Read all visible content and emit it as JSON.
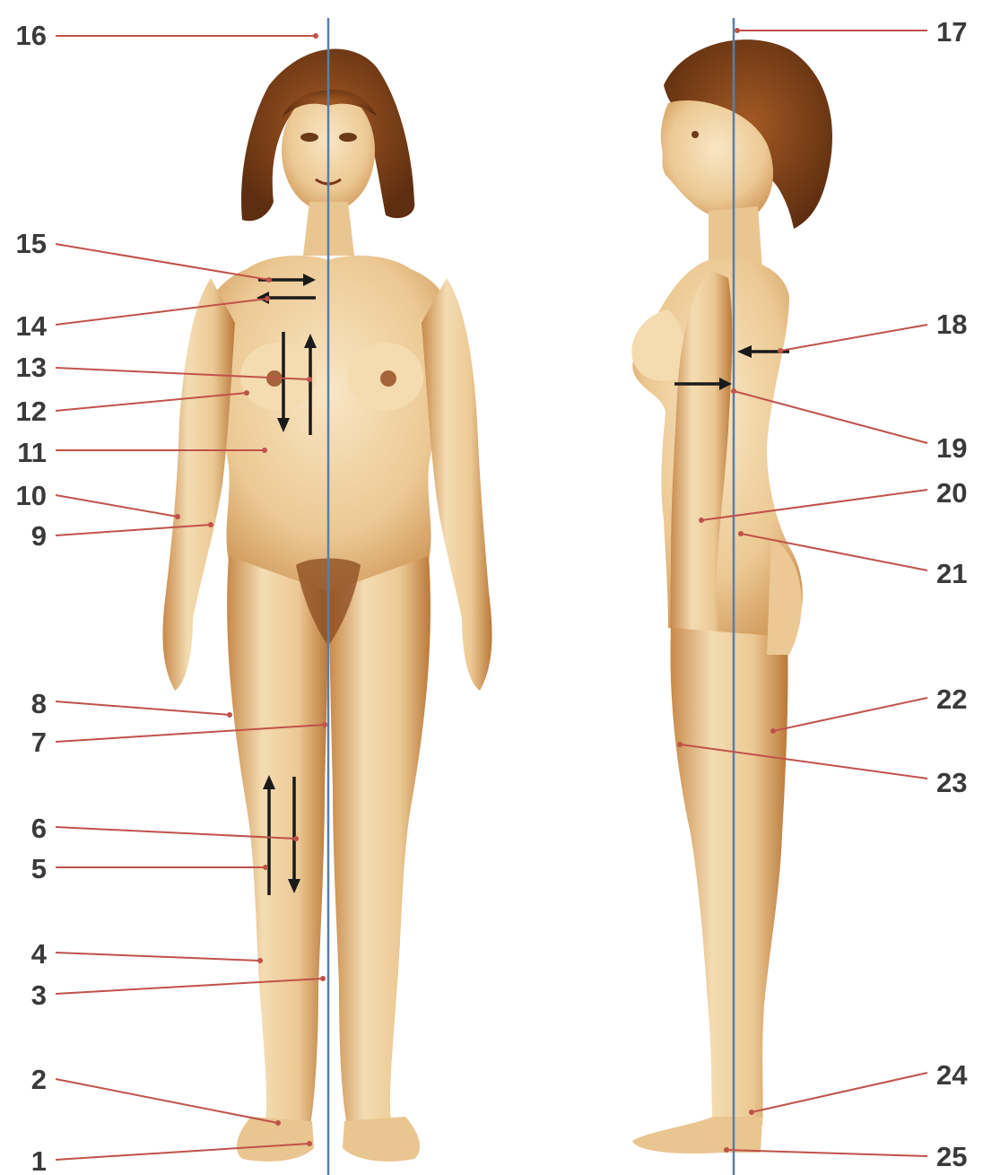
{
  "colors": {
    "skin": "#e8c48a",
    "skin_light": "#f6e2bd",
    "skin_shade": "#b57a3c",
    "hair": "#8a4a1e",
    "hair_dark": "#5a2c10",
    "leader_line": "#c0524a",
    "axis_line": "#5b7ea6",
    "arrow": "#1a1a1a",
    "label_text": "#3a3a3a"
  },
  "figures": {
    "front": {
      "name": "front-view-figure"
    },
    "side": {
      "name": "side-view-figure"
    }
  },
  "landmarks": {
    "front": [
      {
        "id": "16",
        "label": "16"
      },
      {
        "id": "15",
        "label": "15"
      },
      {
        "id": "14",
        "label": "14"
      },
      {
        "id": "13",
        "label": "13"
      },
      {
        "id": "12",
        "label": "12"
      },
      {
        "id": "11",
        "label": "11"
      },
      {
        "id": "10",
        "label": "10"
      },
      {
        "id": "9",
        "label": "9"
      },
      {
        "id": "8",
        "label": "8"
      },
      {
        "id": "7",
        "label": "7"
      },
      {
        "id": "6",
        "label": "6"
      },
      {
        "id": "5",
        "label": "5"
      },
      {
        "id": "4",
        "label": "4"
      },
      {
        "id": "3",
        "label": "3"
      },
      {
        "id": "2",
        "label": "2"
      },
      {
        "id": "1",
        "label": "1"
      }
    ],
    "side": [
      {
        "id": "17",
        "label": "17"
      },
      {
        "id": "18",
        "label": "18"
      },
      {
        "id": "19",
        "label": "19"
      },
      {
        "id": "20",
        "label": "20"
      },
      {
        "id": "21",
        "label": "21"
      },
      {
        "id": "22",
        "label": "22"
      },
      {
        "id": "23",
        "label": "23"
      },
      {
        "id": "24",
        "label": "24"
      },
      {
        "id": "25",
        "label": "25"
      }
    ]
  }
}
